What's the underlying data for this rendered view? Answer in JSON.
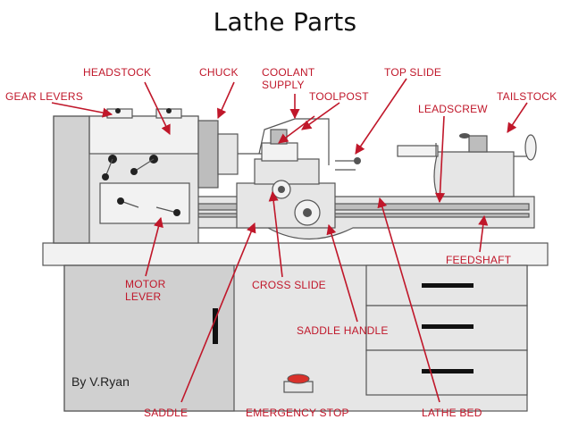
{
  "title": "Lathe Parts",
  "credit": "By V.Ryan",
  "labels": {
    "headstock": "HEADSTOCK",
    "chuck": "CHUCK",
    "coolant_line1": "COOLANT",
    "coolant_line2": "SUPPLY",
    "top_slide": "TOP SLIDE",
    "gear_levers": "GEAR LEVERS",
    "toolpost": "TOOLPOST",
    "tailstock": "TAILSTOCK",
    "leadscrew": "LEADSCREW",
    "feedshaft": "FEEDSHAFT",
    "motor_line1": "MOTOR",
    "motor_line2": "LEVER",
    "cross_slide": "CROSS SLIDE",
    "saddle_handle": "SADDLE HANDLE",
    "saddle": "SADDLE",
    "emergency_stop": "EMERGENCY STOP",
    "lathe_bed": "LATHE BED"
  },
  "colors": {
    "label": "#c0172a",
    "machine_fill": "#e6e6e6",
    "machine_stroke": "#555555",
    "stop_button": "#d8312b"
  }
}
